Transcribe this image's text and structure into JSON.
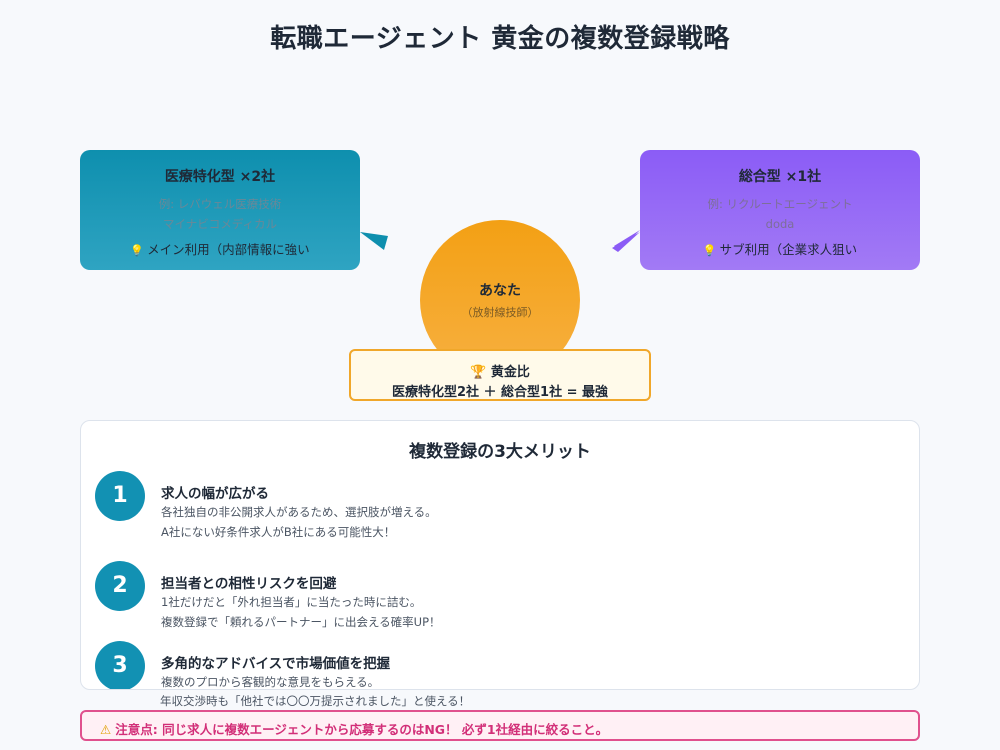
{
  "title": "転職エージェント 黄金の複数登録戦略",
  "left_card": {
    "title": "医療特化型 ×2社",
    "examples": [
      "例: レバウェル医療技術",
      "マイナビコメディカル"
    ],
    "usage": "メイン利用（内部情報に強い",
    "icon": "bulb-icon",
    "color": "#0e8fae"
  },
  "right_card": {
    "title": "総合型 ×1社",
    "examples": [
      "例: リクルートエージェント",
      "doda"
    ],
    "usage": "サブ利用（企業求人狙い",
    "icon": "bulb-icon",
    "color": "#8b5cf6"
  },
  "center": {
    "name": "あなた",
    "role": "（放射線技師）",
    "color": "#f3a014"
  },
  "golden_ratio": {
    "icon": "trophy-icon",
    "title": "黄金比",
    "formula": "医療特化型2社 ＋ 総合型1社 = 最強"
  },
  "merits": {
    "heading": "複数登録の3大メリット",
    "items": [
      {
        "num": "1",
        "title": "求人の幅が広がる",
        "lines": [
          "各社独自の非公開求人があるため、選択肢が増える。",
          "A社にない好条件求人がB社にある可能性大！"
        ]
      },
      {
        "num": "2",
        "title": "担当者との相性リスクを回避",
        "lines": [
          "1社だけだと「外れ担当者」に当たった時に詰む。",
          "複数登録で「頼れるパートナー」に出会える確率UP！"
        ]
      },
      {
        "num": "3",
        "title": "多角的なアドバイスで市場価値を把握",
        "lines": [
          "複数のプロから客観的な意見をもらえる。",
          "年収交渉時も「他社では〇〇万提示されました」と使える！"
        ]
      }
    ]
  },
  "warning": {
    "icon": "warning-icon",
    "text": "注意点: 同じ求人に複数エージェントから応募するのはNG！ 必ず1社経由に絞ること。",
    "color": "#e0508d"
  }
}
